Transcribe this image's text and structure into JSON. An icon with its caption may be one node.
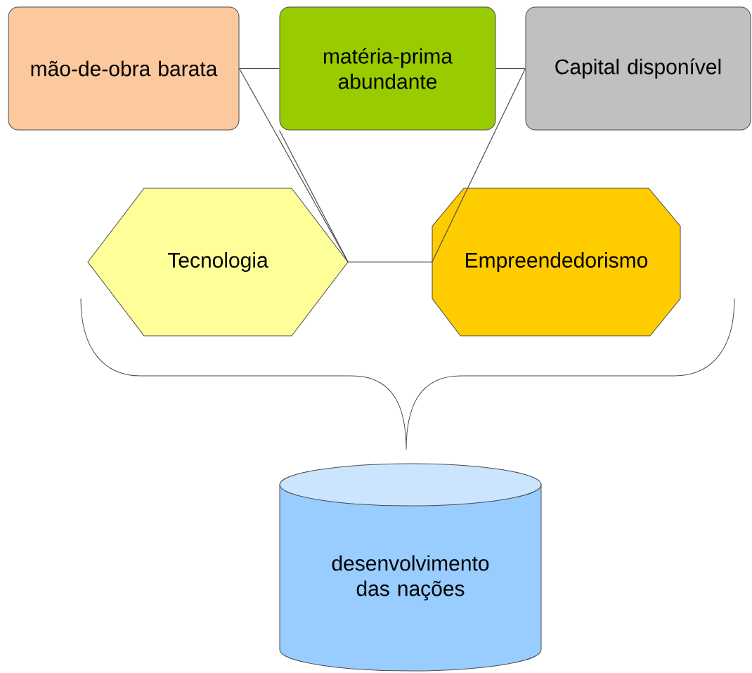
{
  "diagram": {
    "nodes": [
      {
        "text": [
          "mão-de-obra barata"
        ]
      },
      {
        "text": [
          "matéria-prima abundante"
        ]
      },
      {
        "text": [
          "Capital disponível"
        ]
      },
      {
        "text": [
          "Tecnologia"
        ]
      },
      {
        "text": [
          "Empreendedorismo"
        ]
      },
      {
        "text": [
          "desenvolvimento das nações"
        ]
      }
    ],
    "edges": [
      {
        "from": 0,
        "to": 1,
        "arrow": "none"
      },
      {
        "from": 0,
        "to": 3,
        "arrow": "none"
      },
      {
        "from": 1,
        "to": 3,
        "arrow": "none"
      },
      {
        "from": 2,
        "to": 1,
        "arrow": "none"
      },
      {
        "from": 2,
        "to": 4,
        "arrow": "none"
      },
      {
        "from": 3,
        "to": 4,
        "arrow": "none"
      }
    ]
  }
}
